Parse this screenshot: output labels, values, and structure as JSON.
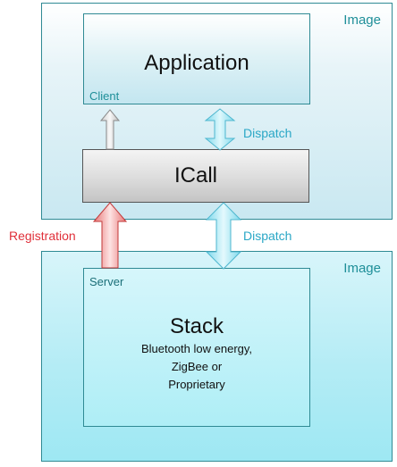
{
  "image_top": {
    "label": "Image"
  },
  "image_bottom": {
    "label": "Image"
  },
  "application": {
    "title": "Application",
    "role": "Client"
  },
  "icall": {
    "title": "ICall"
  },
  "stack": {
    "title": "Stack",
    "role": "Server",
    "lines": [
      "Bluetooth low energy,",
      "ZigBee or",
      "Proprietary"
    ]
  },
  "connectors": {
    "dispatch_top": "Dispatch",
    "dispatch_bottom": "Dispatch",
    "registration": "Registration"
  },
  "colors": {
    "teal_border": "#2f8a94",
    "dispatch_arrow": "#9fe3f0",
    "registration_arrow": "#f2a3a3",
    "client_arrow": "#e6e6e6"
  }
}
